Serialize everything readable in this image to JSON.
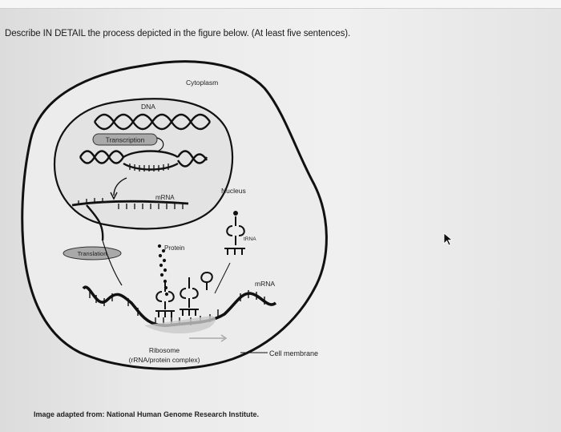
{
  "question_text": "Describe IN DETAIL the process depicted in the figure below. (At least five sentences).",
  "diagram": {
    "cytoplasm_label": "Cytoplasm",
    "dna_label": "DNA",
    "transcription_label": "Transcription",
    "nucleus_label": "Nucleus",
    "mrna_label_nucleus": "mRNA",
    "trna_label": "tRNA",
    "protein_label": "Protein",
    "translation_label": "Translation",
    "mrna_label_cytoplasm": "mRNA",
    "ribosome_label": "Ribosome",
    "ribosome_sub_label": "(rRNA/protein complex)",
    "cell_membrane_label": "Cell membrane"
  },
  "credit_text": "Image adapted from: National Human Genome Research Institute."
}
